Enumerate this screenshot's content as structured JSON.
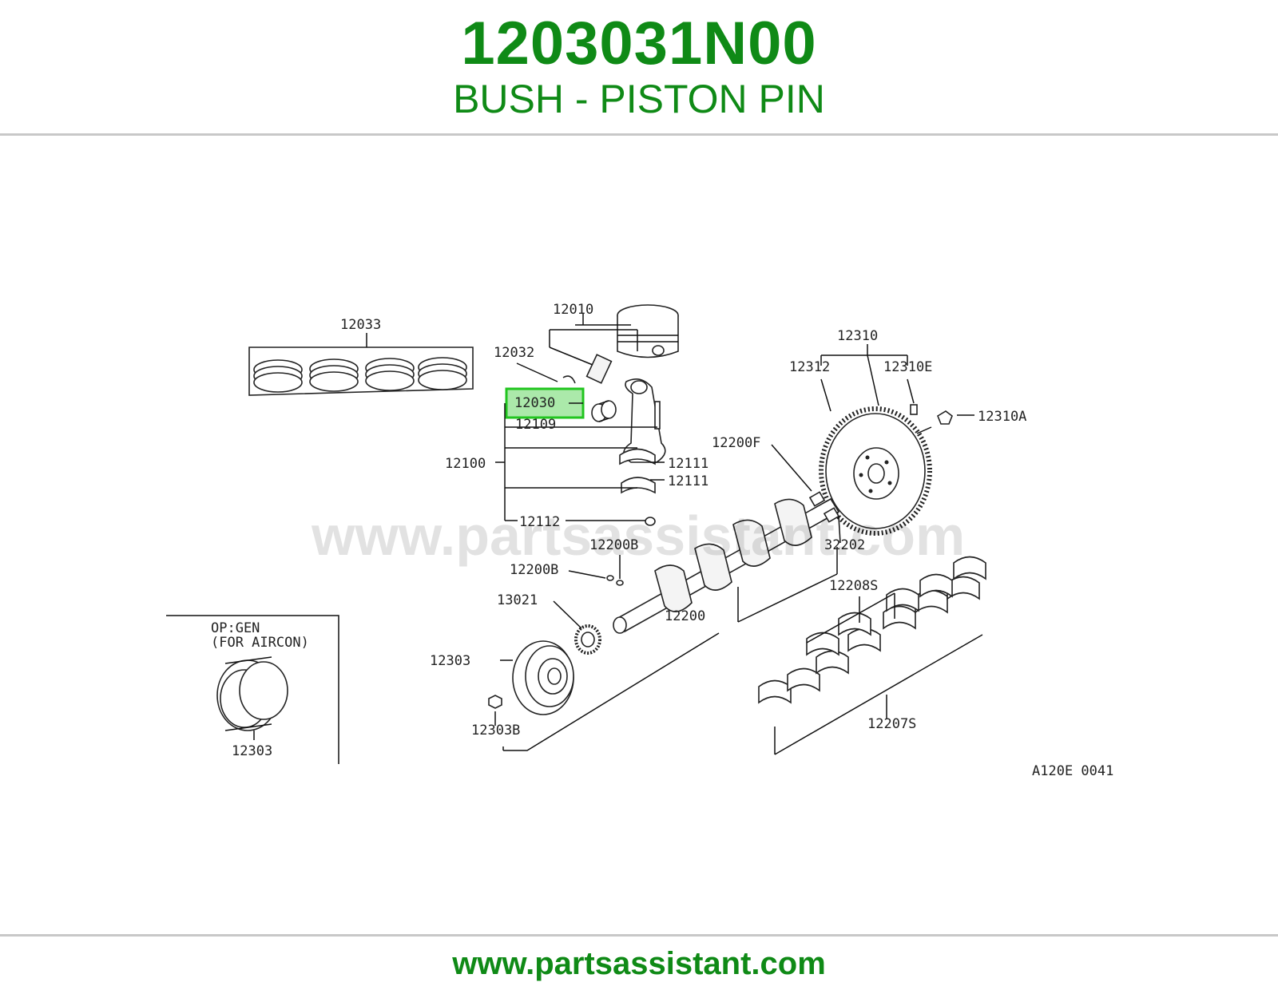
{
  "header": {
    "part_number": "1203031N00",
    "part_name": "BUSH - PISTON PIN"
  },
  "footer": {
    "url": "www.partsassistant.com"
  },
  "diagram": {
    "watermark": "www.partsassistant.com",
    "highlight_color": "#21c51f",
    "brand_color": "#0f8a16",
    "diagram_code": "A120E 0041",
    "labels": {
      "p12033": "12033",
      "p12010": "12010",
      "p12032": "12032",
      "p12030": "12030",
      "p12109": "12109",
      "p12100": "12100",
      "p12111a": "12111",
      "p12111b": "12111",
      "p12112": "12112",
      "p12310": "12310",
      "p12312": "12312",
      "p12310E": "12310E",
      "p12310A": "12310A",
      "p12200F": "12200F",
      "p32202": "32202",
      "p12200B_a": "12200B",
      "p12200B_b": "12200B",
      "p13021": "13021",
      "p12303": "12303",
      "p12303B": "12303B",
      "p12200": "12200",
      "p12208S": "12208S",
      "p12207S": "12207S",
      "optgen_line1": "OP:GEN",
      "optgen_line2": "(FOR AIRCON)",
      "p12303_opt": "12303"
    }
  }
}
